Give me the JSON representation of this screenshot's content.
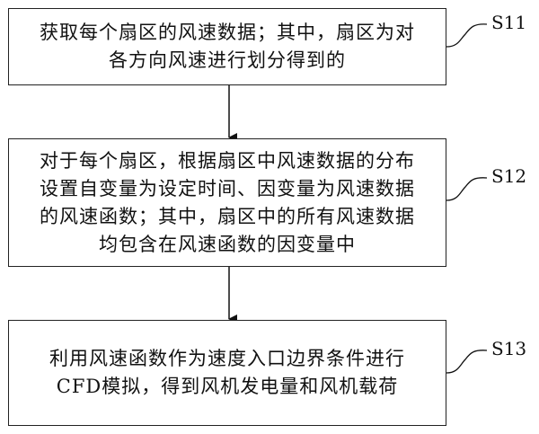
{
  "steps": [
    {
      "id": "S11",
      "lines": [
        "获取每个扇区的风速数据；其中，扇区为对",
        "各方向风速进行划分得到的"
      ]
    },
    {
      "id": "S12",
      "lines": [
        "对于每个扇区，根据扇区中风速数据的分布",
        "设置自变量为设定时间、因变量为风速数据",
        "的风速函数；其中，扇区中的所有风速数据",
        "均包含在风速函数的因变量中"
      ]
    },
    {
      "id": "S13",
      "lines": [
        "利用风速函数作为速度入口边界条件进行",
        "CFD模拟，得到风机发电量和风机载荷"
      ]
    }
  ]
}
